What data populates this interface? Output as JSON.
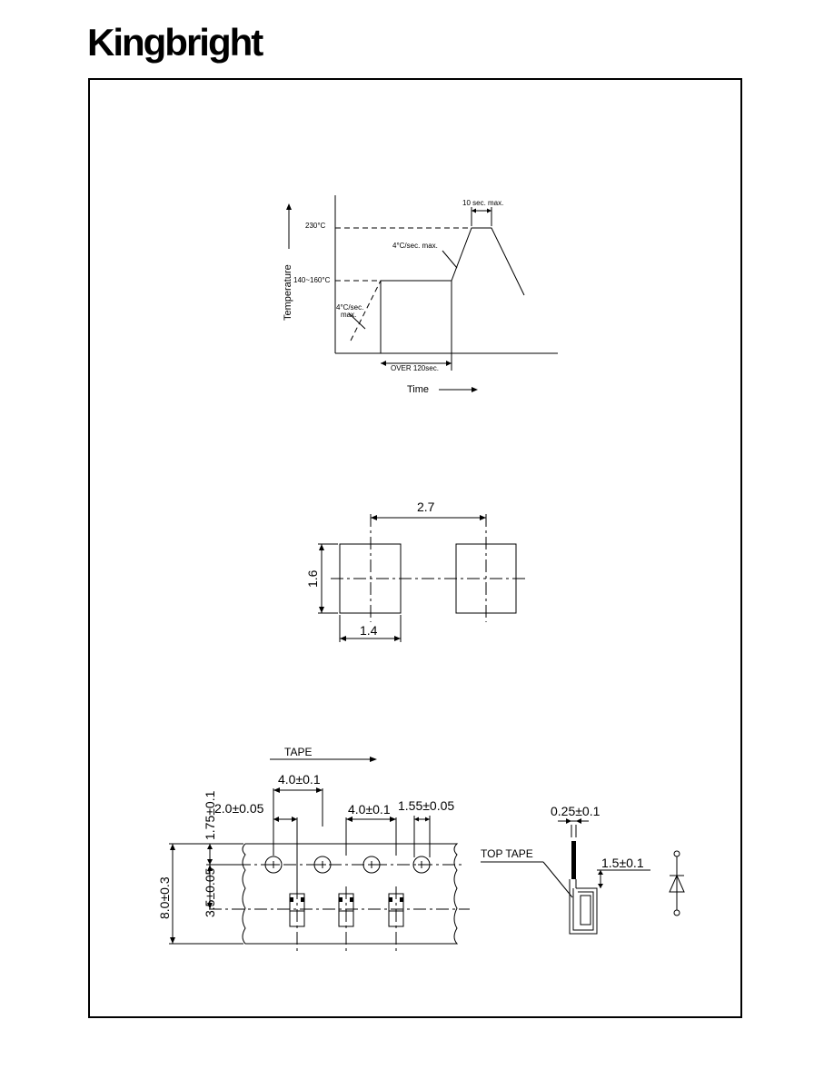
{
  "brand": "Kingbright",
  "reflow": {
    "temp_peak": "230°C",
    "temp_preheat": "140~160°C",
    "peak_time": "10  sec. max.",
    "ramp_up": "4°C/sec. max.",
    "ramp_down_1": "4°C/sec.",
    "ramp_down_2": "max.",
    "over_time": "OVER  120sec.",
    "ylabel": "Temperature",
    "xlabel": "Time"
  },
  "pad": {
    "pitch": "2.7",
    "height": "1.6",
    "width": "1.4"
  },
  "tape": {
    "direction": "TAPE",
    "pitch_top": "4.0±0.1",
    "half_pitch": "2.0±0.05",
    "pitch_right": "4.0±0.1",
    "hole_dia": "1.55±0.05",
    "edge_to_hole": "1.75±0.1",
    "hole_to_center": "3.5±0.05",
    "tape_width": "8.0±0.3",
    "thickness": "0.25±0.1",
    "top_tape": "TOP  TAPE",
    "pocket_depth": "1.5±0.1"
  }
}
